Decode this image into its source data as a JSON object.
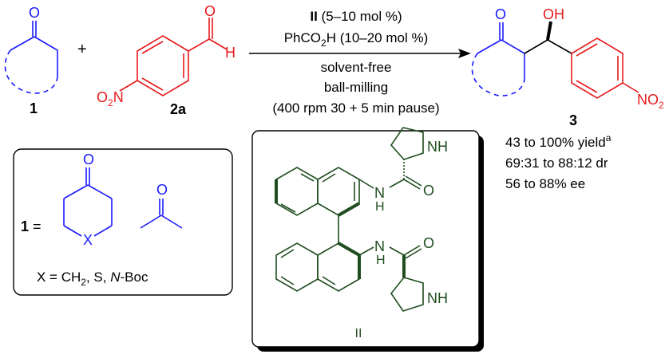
{
  "reactants": {
    "ketone_label": "1",
    "aldehyde_label": "2a",
    "plus": "+",
    "ketone_O": "O",
    "aldehyde_O": "O",
    "aldehyde_H": "H",
    "nitro": {
      "O": "O",
      "sub2": "2",
      "N": "N"
    }
  },
  "conditions": {
    "line1_bold": "II",
    "line1_rest": " (5–10 mol %)",
    "line2_a": "PhCO",
    "line2_sub": "2",
    "line2_b": "H (10–20 mol %)",
    "line3": "solvent-free",
    "line4": "ball-milling",
    "line5": "(400 rpm  30 + 5 min pause)"
  },
  "product": {
    "label": "3",
    "O": "O",
    "OH": "OH",
    "nitro": {
      "N": "NO",
      "sub2": "2"
    },
    "results": {
      "yield_text": "43 to 100% yield",
      "yield_sup": "a",
      "dr_text": "69:31 to 88:12 dr",
      "ee_text": "56 to 88% ee"
    }
  },
  "substrate_box": {
    "prefix_num": "1",
    "equals": " =",
    "O1": "O",
    "X": "X",
    "O2": "O",
    "x_def_a": "X = CH",
    "x_def_sub": "2",
    "x_def_b": ", S, ",
    "x_def_italic": "N",
    "x_def_c": "-Boc"
  },
  "catalyst_box": {
    "NH_top": "NH",
    "NH_mid1": "N",
    "H_mid1": "H",
    "O_mid1": "O",
    "NH_mid2_N": "N",
    "NH_mid2_H": "H",
    "O_mid2": "O",
    "NH_bottom": "NH",
    "label": "II"
  }
}
